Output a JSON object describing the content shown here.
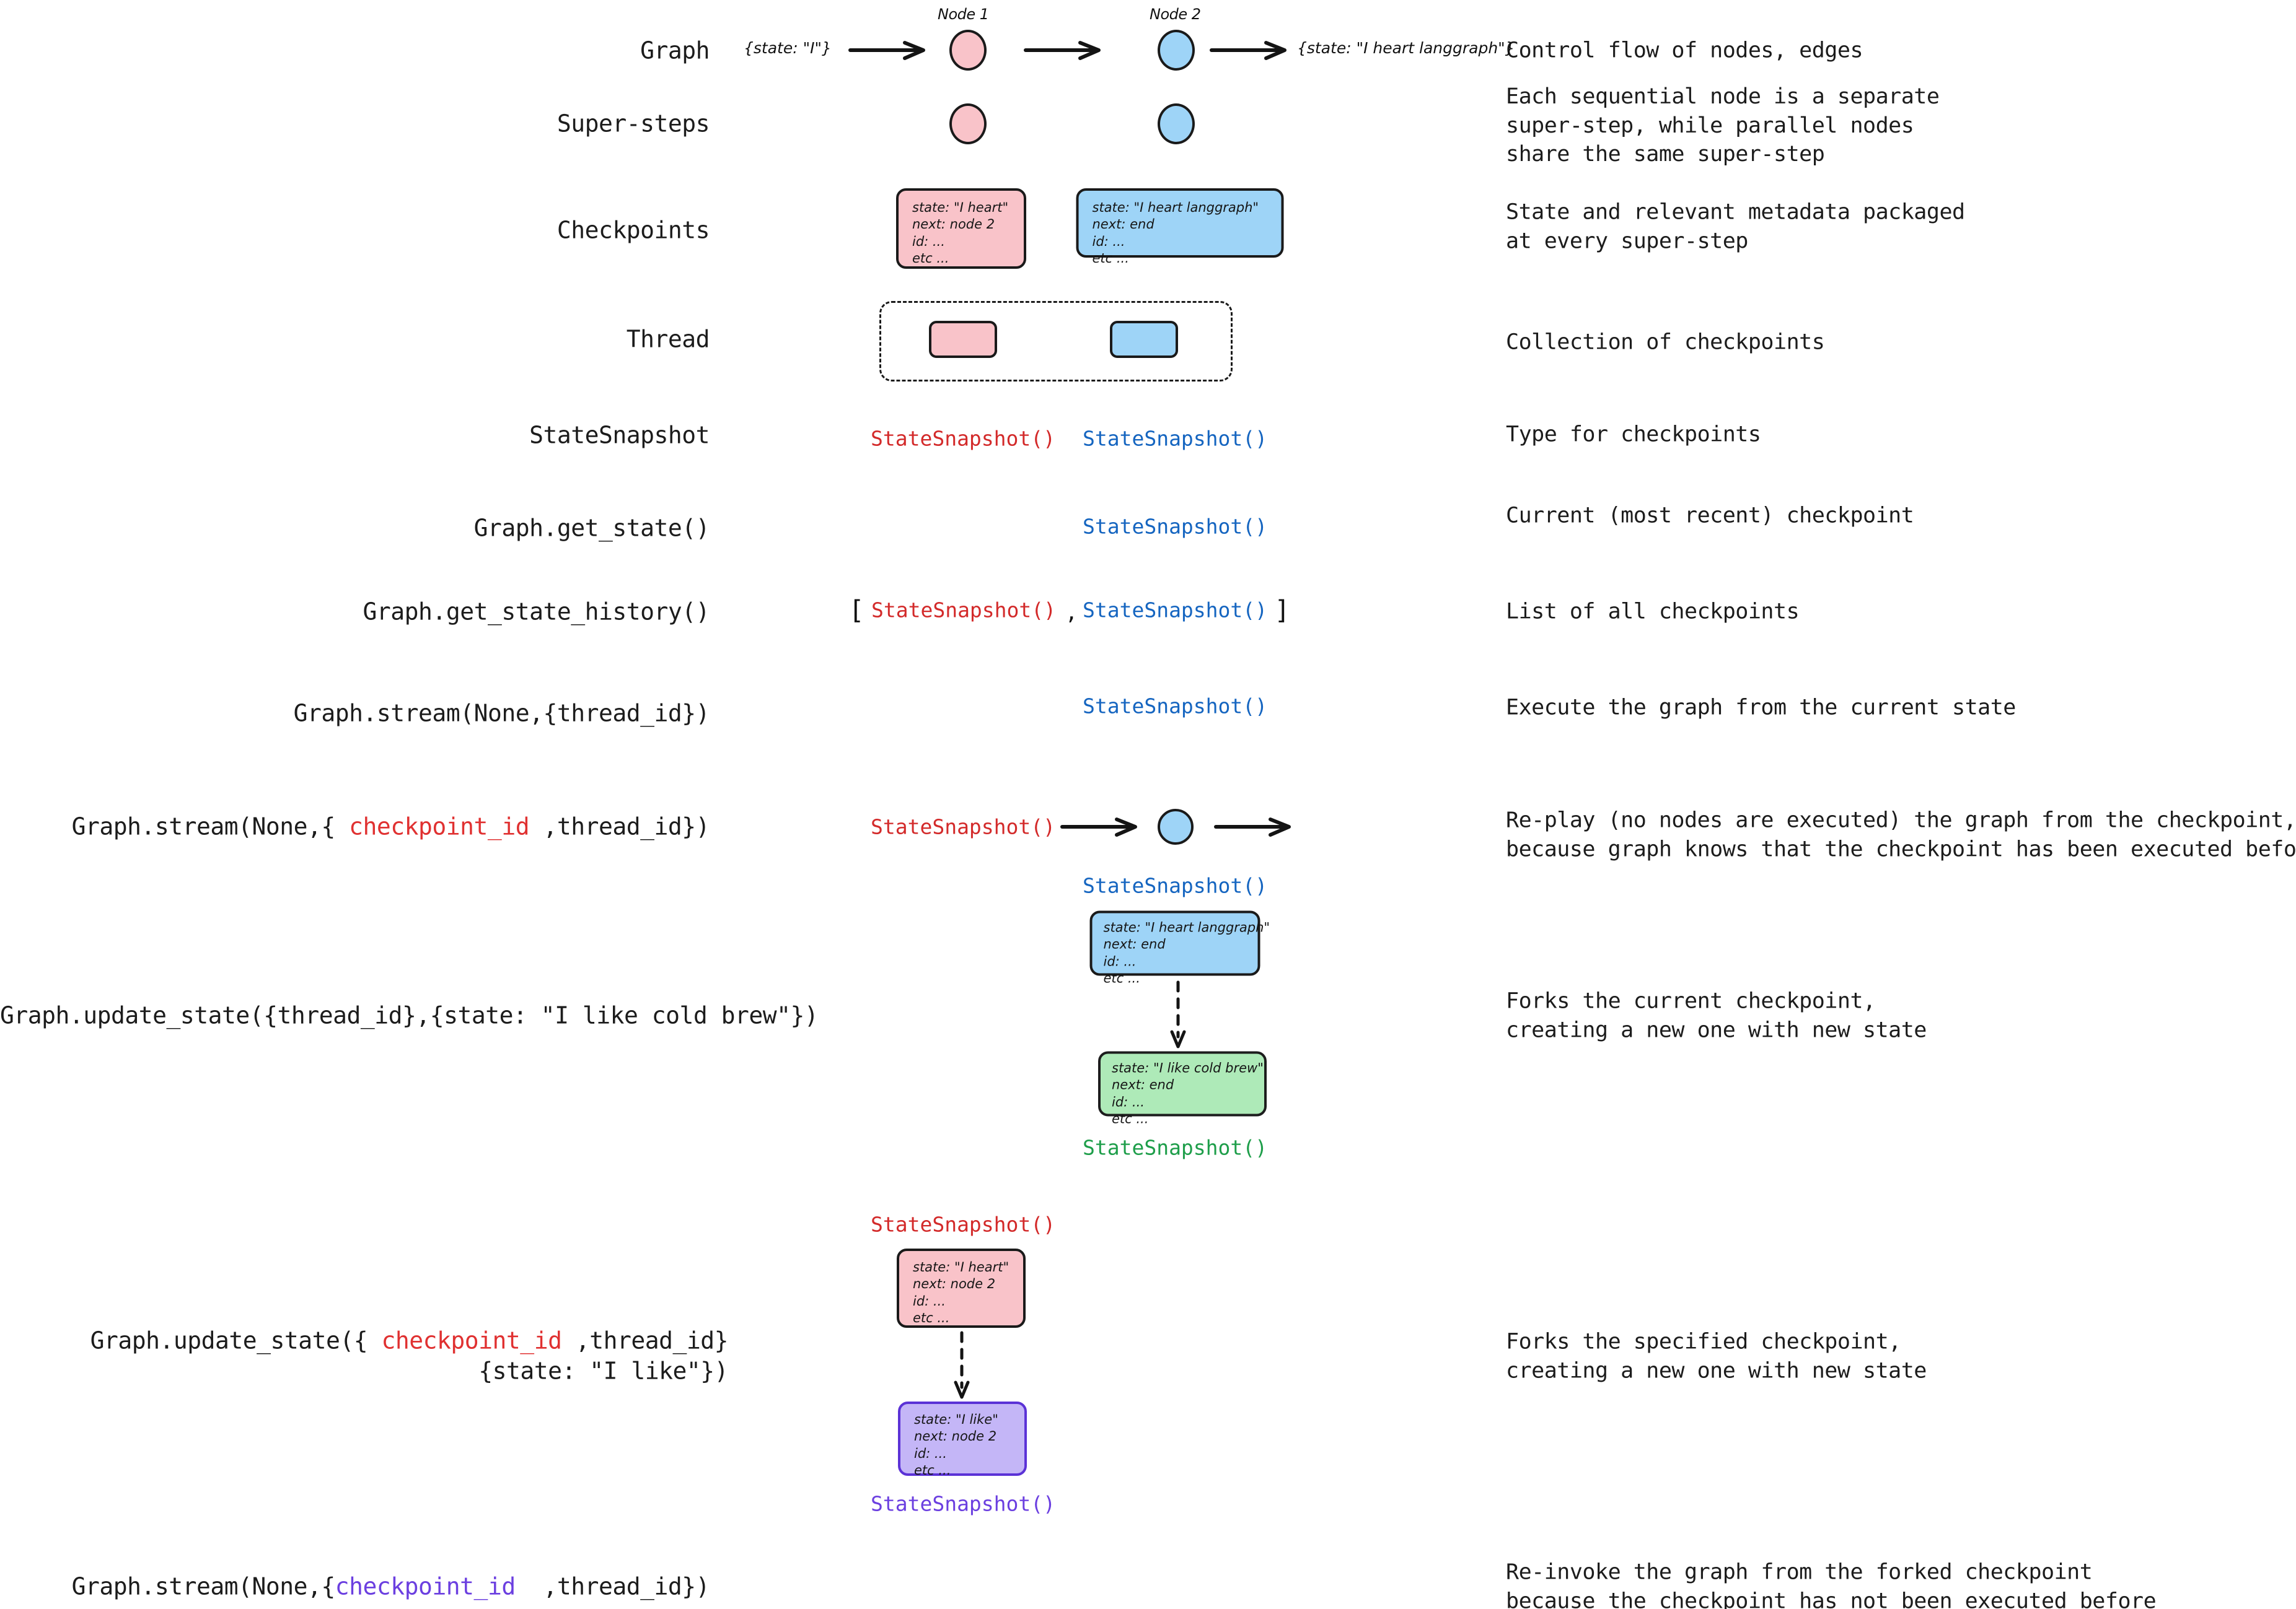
{
  "rows": [
    {
      "label": "Graph",
      "desc": "Control flow of nodes, edges"
    },
    {
      "label": "Super-steps",
      "desc": "Each sequential node is a separate\nsuper-step, while parallel nodes\nshare the same super-step"
    },
    {
      "label": "Checkpoints",
      "desc": "State and relevant metadata packaged\nat every super-step"
    },
    {
      "label": "Thread",
      "desc": "Collection of checkpoints"
    },
    {
      "label": "StateSnapshot",
      "desc": "Type for checkpoints"
    },
    {
      "label": "Graph.get_state()",
      "desc": "Current (most recent) checkpoint"
    },
    {
      "label": "Graph.get_state_history()",
      "desc": "List of all checkpoints"
    },
    {
      "label": "Graph.stream(None,{thread_id})",
      "desc": "Execute the graph from the current state"
    },
    {
      "label": "Graph.stream(None,{ checkpoint_id ,thread_id})",
      "desc": "Re-play (no nodes are executed) the graph from the checkpoint,\nbecause graph knows that the checkpoint has been executed before"
    },
    {
      "label": "Graph.update_state({thread_id},{state: \"I like cold brew\"})",
      "desc": "Forks the current checkpoint,\ncreating a new one with new state"
    },
    {
      "label": "Graph.update_state({ checkpoint_id ,thread_id}\n            {state: \"I like\"})",
      "desc": "Forks the specified checkpoint,\ncreating a new one with new state"
    },
    {
      "label": "Graph.stream(None,{checkpoint_id  ,thread_id})",
      "desc": "Re-invoke the graph from the forked checkpoint\nbecause the checkpoint has not been executed before"
    }
  ],
  "graph_row": {
    "node1_name": "Node 1",
    "node2_name": "Node 2",
    "input_state": "{state: \"I\"}",
    "output_state": "{state: \"I heart langgraph\"}"
  },
  "method_labels": {
    "stream_replay": {
      "prefix": "Graph.stream(None,{ ",
      "token": "checkpoint_id",
      "suffix": " ,thread_id})"
    },
    "update_state_thread": "Graph.update_state({thread_id},{state: \"I like cold brew\"})",
    "update_state_ckpt_line1_prefix": "Graph.update_state({ ",
    "update_state_ckpt_line1_token": "checkpoint_id",
    "update_state_ckpt_line1_suffix": " ,thread_id}",
    "update_state_ckpt_line2": "{state: \"I like\"})",
    "stream_fork": {
      "prefix": "Graph.stream(None,{",
      "token": "checkpoint_id",
      "suffix": "  ,thread_id})"
    }
  },
  "snapshot_label": "StateSnapshot()",
  "brackets": {
    "open": "[",
    "close": "]",
    "comma": ","
  },
  "checkpoints": {
    "pink": {
      "lines": [
        "state: \"I heart\"",
        "next: node 2",
        "id: ...",
        "etc ..."
      ]
    },
    "blue": {
      "lines": [
        "state: \"I heart langgraph\"",
        "next: end",
        "id: ...",
        "etc ..."
      ]
    },
    "green": {
      "lines": [
        "state: \"I like cold brew\"",
        "next: end",
        "id: ...",
        "etc ..."
      ]
    },
    "purple": {
      "lines": [
        "state: \"I like\"",
        "next: node 2",
        "id: ...",
        "etc ..."
      ]
    }
  },
  "colors": {
    "pink_fill": "#f9c3c9",
    "blue_fill": "#9ed4f7",
    "green_fill": "#aeeab8",
    "purple_fill": "#c4b6f7",
    "snapshot_red": "#d32a2a",
    "snapshot_blue": "#1565c0",
    "snapshot_green": "#1e9e4a",
    "snapshot_purple": "#6b3fe0",
    "token_red": "#e03131",
    "token_purple": "#6b3fe0",
    "stroke": "#1a1a1a"
  }
}
